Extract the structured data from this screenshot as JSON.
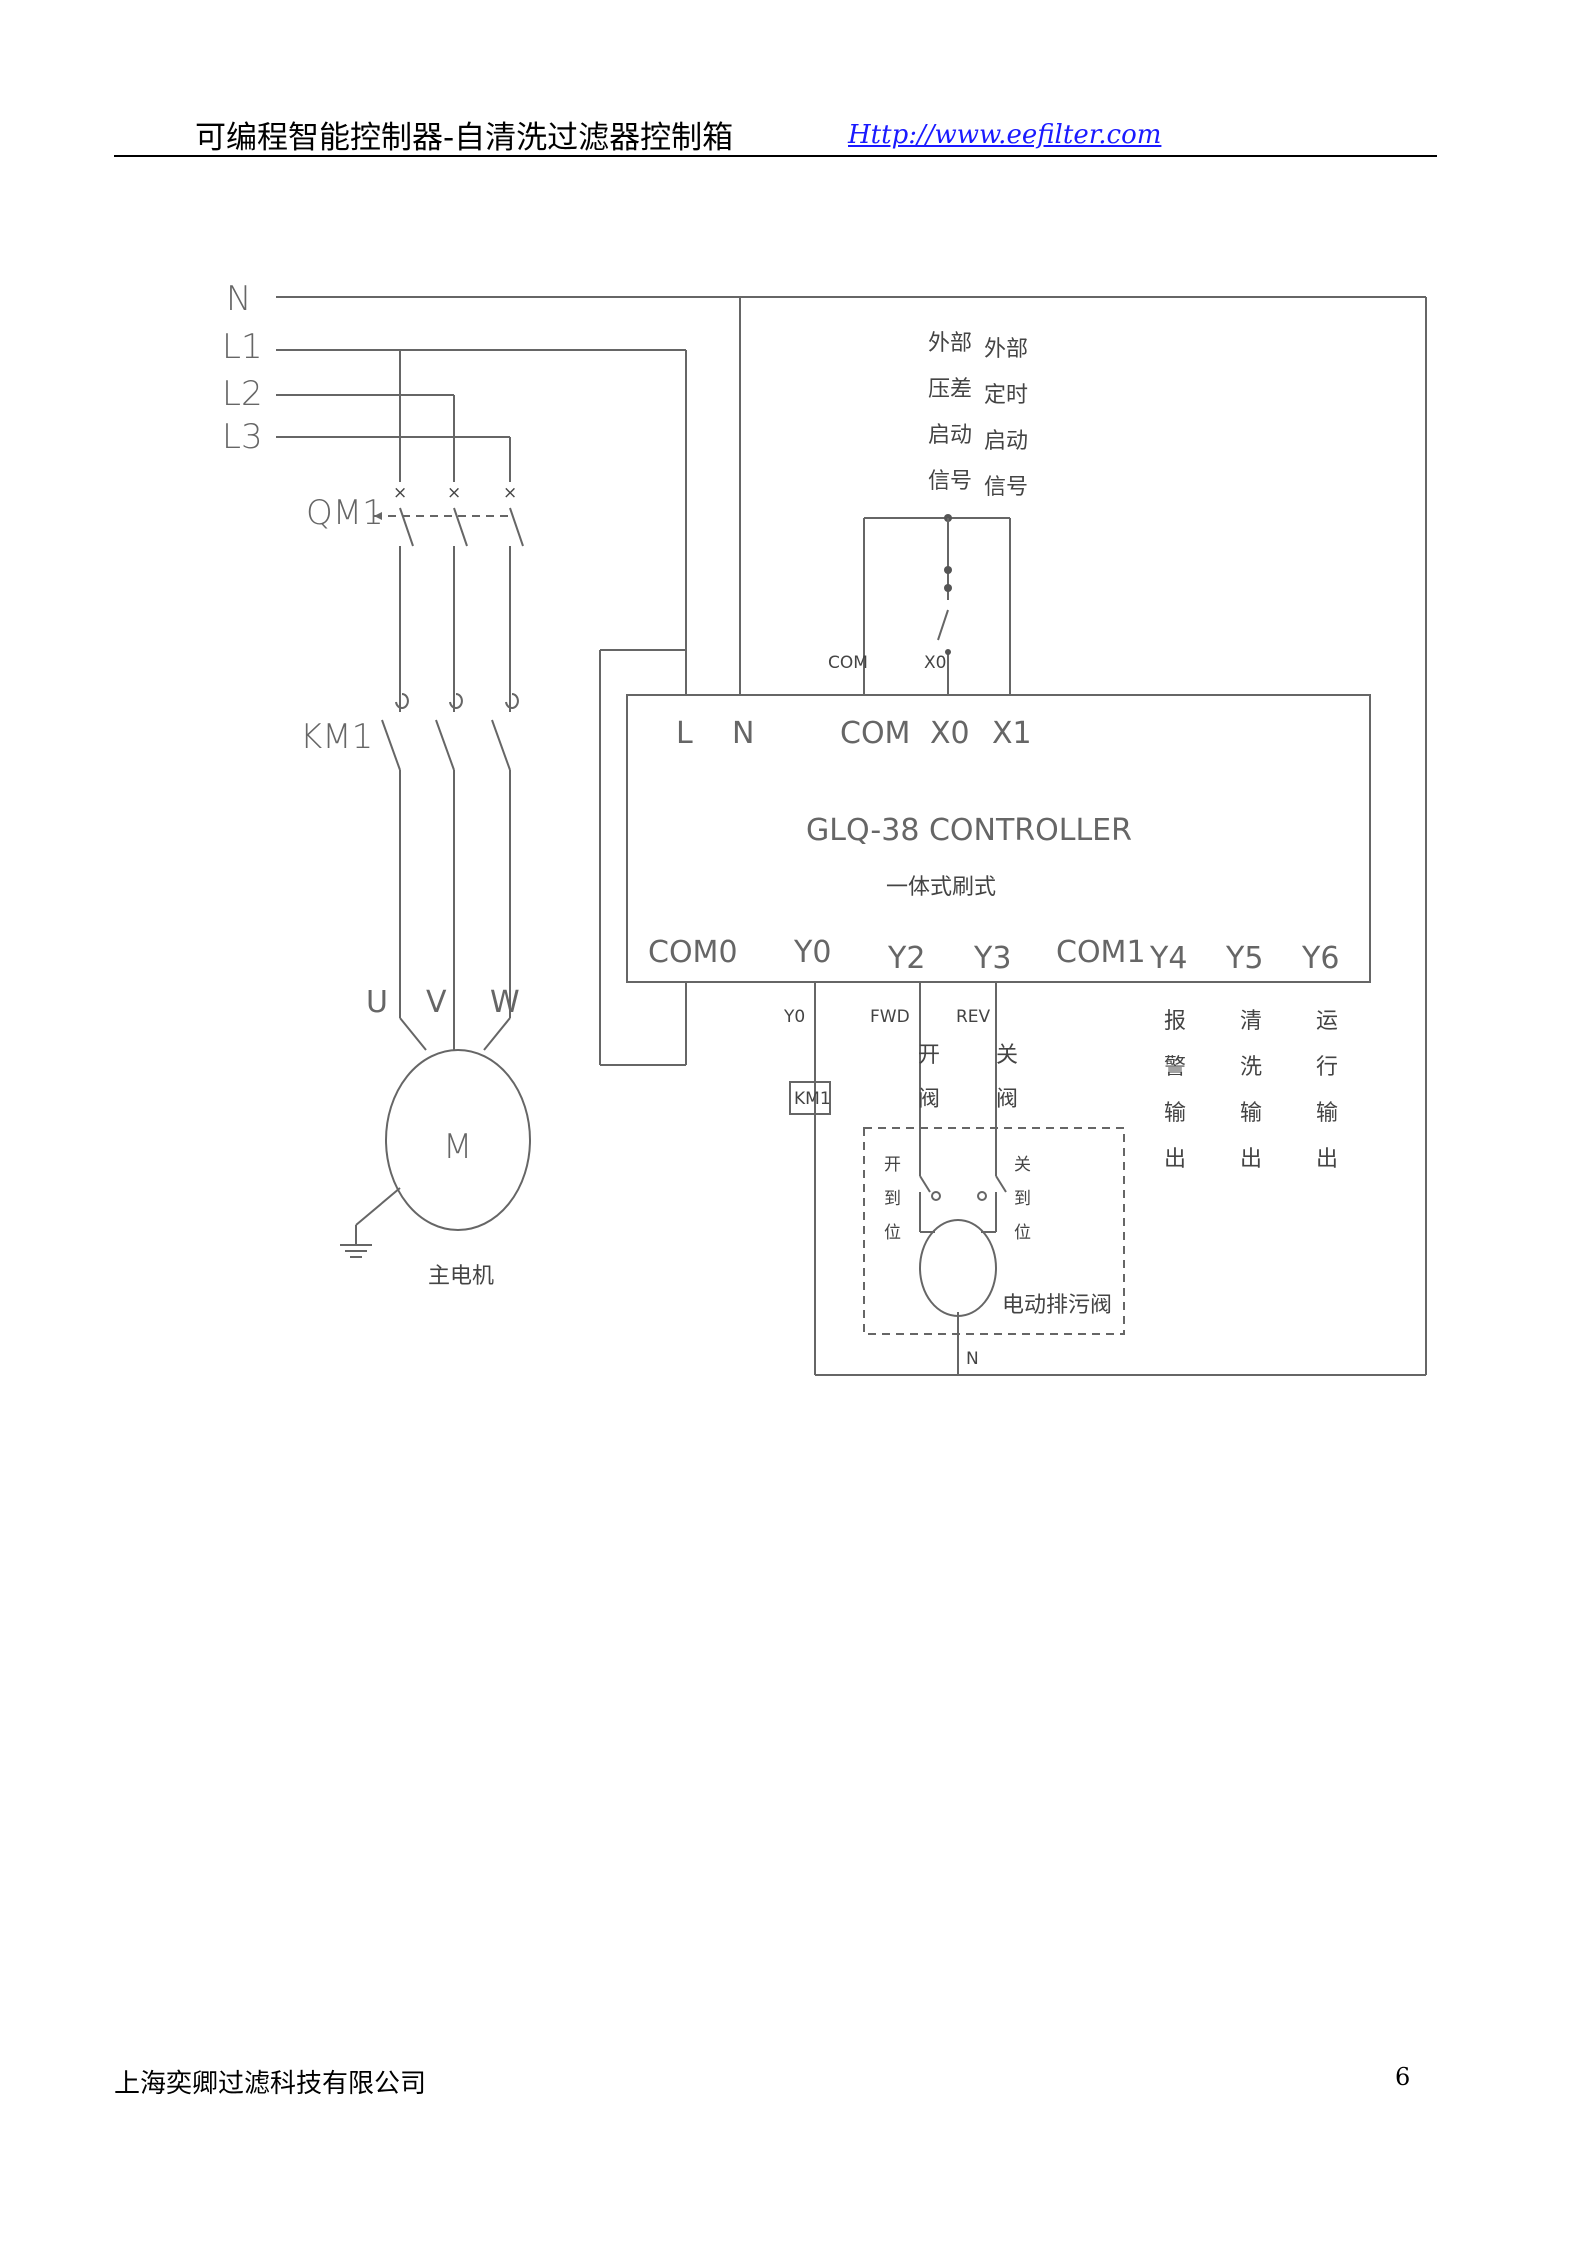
{
  "header": {
    "title": "可编程智能控制器-自清洗过滤器控制箱",
    "url": "Http://www.eefilter.com"
  },
  "footer": {
    "company": "上海奕卿过滤科技有限公司",
    "page": "6"
  },
  "diagram": {
    "power_lines": [
      "N",
      "L1",
      "L2",
      "L3"
    ],
    "breaker": "QM1",
    "contactor": "KM1",
    "motor_terminals": [
      "U",
      "V",
      "W"
    ],
    "motor_symbol": "M",
    "motor_caption": "主电机",
    "external_signals": {
      "pressure": [
        "外部",
        "压差",
        "启动",
        "信号"
      ],
      "timer": [
        "外部",
        "定时",
        "启动",
        "信号"
      ]
    },
    "switch_labels": {
      "com": "COM",
      "x0": "X0"
    },
    "controller": {
      "inputs": [
        "L",
        "N",
        "COM",
        "X0",
        "X1"
      ],
      "name": "GLQ-38 CONTROLLER",
      "subtitle": "一体式刷式",
      "outputs": [
        "COM0",
        "Y0",
        "Y2",
        "Y3",
        "COM1",
        "Y4",
        "Y5",
        "Y6"
      ]
    },
    "output_labels": {
      "y0": "Y0",
      "fwd": "FWD",
      "rev": "REV",
      "km1_coil": "KM1",
      "open_valve": [
        "开",
        "阀"
      ],
      "close_valve": [
        "关",
        "阀"
      ],
      "alarm": [
        "报",
        "警",
        "输",
        "出"
      ],
      "clean": [
        "清",
        "洗",
        "输",
        "出"
      ],
      "run": [
        "运",
        "行",
        "输",
        "出"
      ]
    },
    "valve": {
      "open_limit": [
        "开",
        "到",
        "位"
      ],
      "close_limit": [
        "关",
        "到",
        "位"
      ],
      "name": "电动排污阀",
      "neutral": "N"
    }
  }
}
